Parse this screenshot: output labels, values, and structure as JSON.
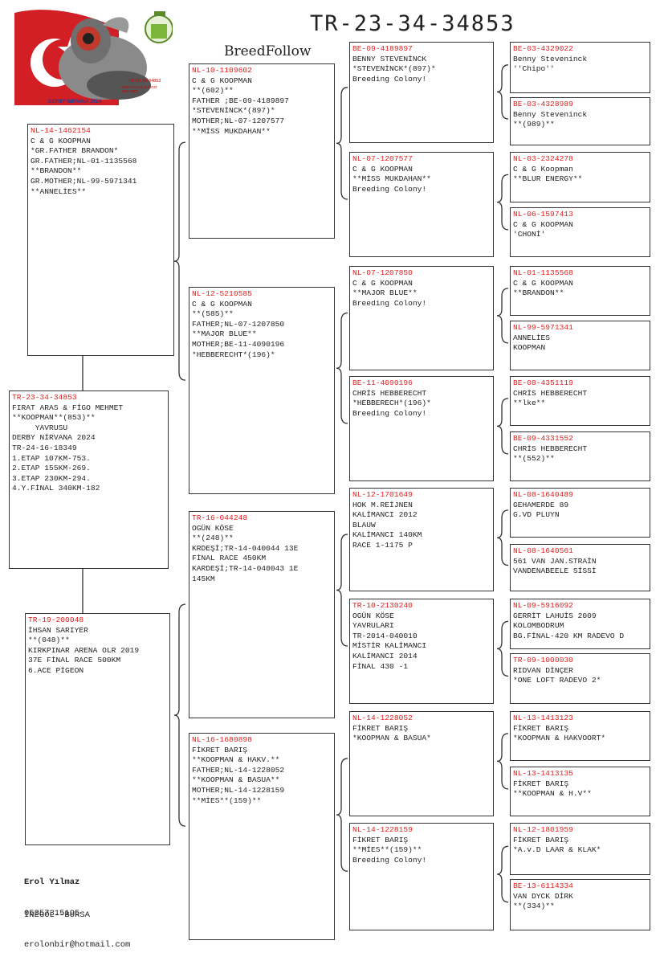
{
  "header": {
    "title": "TR-23-34-34853",
    "brand": "BreedFollow"
  },
  "logo": {
    "caption": "DERBY NIRVANA 2024",
    "mini_ring": "TR-23-34-34853",
    "mini_owner": "FIRAT ARAS & FİGO MEHMET"
  },
  "subject": {
    "ring": "TR-23-34-34853",
    "lines": [
      "FIRAT ARAS & FİGO MEHMET",
      "**KOOPMAN**(853)**",
      "     YAVRUSU",
      "DERBY NİRVANA 2024",
      "TR-24-16-18349",
      "1.ETAP 107KM-753.",
      "2.ETAP 155KM-269.",
      "3.ETAP 230KM-294.",
      "4.Y.FİNAL 340KM-182"
    ]
  },
  "sire": {
    "ring": "NL-14-1462154",
    "lines": [
      "C & G KOOPMAN",
      "*GR.FATHER BRANDON*",
      "GR.FATHER;NL-01-1135568",
      "**BRANDON**",
      "GR.MOTHER;NL-99-5971341",
      "**ANNELİES**"
    ]
  },
  "dam": {
    "ring": "TR-19-200048",
    "lines": [
      "İHSAN SARIYER",
      "**(048)**",
      "KIRKPINAR ARENA OLR 2019",
      "37E FİNAL RACE 500KM",
      "6.ACE PİGEON"
    ]
  },
  "gen2": [
    {
      "ring": "NL-10-1109602",
      "lines": [
        "C & G KOOPMAN",
        "**(602)**",
        "FATHER ;BE-09-4189897",
        "*STEVENİNCK*(897)*",
        "MOTHER;NL-07-1207577",
        "**MİSS MUKDAHAN**"
      ]
    },
    {
      "ring": "NL-12-5210585",
      "lines": [
        "C & G KOOPMAN",
        "**(585)**",
        "FATHER;NL-07-1207850",
        "**MAJOR BLUE**",
        "MOTHER;BE-11-4090196",
        "*HEBBERECHT*(196)*"
      ]
    },
    {
      "ring": "TR-16-044248",
      "lines": [
        "OGÜN KÖSE",
        "**(248)**",
        "KRDEŞİ;TR-14-040044 13E",
        "FİNAL RACE 450KM",
        "KARDEŞİ;TR-14-040043 1E",
        "145KM"
      ]
    },
    {
      "ring": "NL-16-1680898",
      "lines": [
        "FİKRET BARIŞ",
        "**KOOPMAN & HAKV.**",
        "FATHER;NL-14-1228052",
        "**KOOPMAN & BASUA**",
        "MOTHER;NL-14-1228159",
        "**MİES**(159)**"
      ]
    }
  ],
  "gen3": [
    {
      "ring": "BE-09-4189897",
      "lines": [
        "BENNY STEVENİNCK",
        "*STEVENİNCK*(897)*",
        "Breeding Colony!"
      ]
    },
    {
      "ring": "NL-07-1207577",
      "lines": [
        "C & G KOOPMAN",
        "**MİSS MUKDAHAN**",
        "Breeding Colony!"
      ]
    },
    {
      "ring": "NL-07-1207850",
      "lines": [
        "C & G KOOPMAN",
        "**MAJOR BLUE**",
        "Breeding Colony!"
      ]
    },
    {
      "ring": "BE-11-4090196",
      "lines": [
        "CHRİS HEBBERECHT",
        "*HEBBERECH*(196)*",
        "Breeding Colony!"
      ]
    },
    {
      "ring": "NL-12-1701649",
      "lines": [
        "HOK M.REİJNEN",
        "KALİMANCI 2012",
        "BLAUW",
        "KALİMANCI 140KM",
        "RACE 1-1175 P"
      ]
    },
    {
      "ring": "TR-10-2130240",
      "lines": [
        "OGÜN KÖSE",
        "YAVRULARI",
        "TR-2014-040010",
        "MİSTİR KALİMANCI",
        "KALİMANCI 2014",
        "FİNAL 430 -1"
      ]
    },
    {
      "ring": "NL-14-1228052",
      "lines": [
        "FİKRET BARIŞ",
        "*KOOPMAN & BASUA*"
      ]
    },
    {
      "ring": "NL-14-1228159",
      "lines": [
        "FİKRET BARIŞ",
        "**MİES**(159)**",
        "Breeding Colony!"
      ]
    }
  ],
  "gen4": [
    {
      "ring": "BE-03-4329022",
      "lines": [
        "Benny Steveninck",
        "''Chipo''"
      ]
    },
    {
      "ring": "BE-03-4328989",
      "lines": [
        "Benny Steveninck",
        "**(989)**"
      ]
    },
    {
      "ring": "NL-03-2324278",
      "lines": [
        "C & G Koopman",
        "**BLUR ENERGY**"
      ]
    },
    {
      "ring": "NL-06-1597413",
      "lines": [
        "C & G KOOPMAN",
        "'CHONİ'"
      ]
    },
    {
      "ring": "NL-01-1135568",
      "lines": [
        "C & G KOOPMAN",
        "**BRANDON**"
      ]
    },
    {
      "ring": "NL-99-5971341",
      "lines": [
        "ANNELİES",
        "KOOPMAN"
      ]
    },
    {
      "ring": "BE-08-4351119",
      "lines": [
        "CHRİS HEBBERECHT",
        "**lke**"
      ]
    },
    {
      "ring": "BE-09-4331552",
      "lines": [
        "CHRİS HEBBERECHT",
        "**(552)**"
      ]
    },
    {
      "ring": "NL-08-1640489",
      "lines": [
        "GEHAMERDE 89",
        "G.VD PLUYN"
      ]
    },
    {
      "ring": "NL-08-1640561",
      "lines": [
        "561 VAN JAN.STRAİN",
        "VANDENABEELE SİSSİ"
      ]
    },
    {
      "ring": "NL-09-5916092",
      "lines": [
        "GERRİT LAHUİS 2009",
        "KOLOMBODRUM",
        "BG.FİNAL-420 KM RADEVO D"
      ]
    },
    {
      "ring": "TR-09-1000030",
      "lines": [
        "RIDVAN DİNÇER",
        "*ONE LOFT RADEVO 2*"
      ]
    },
    {
      "ring": "NL-13-1413123",
      "lines": [
        "FİKRET BARIŞ",
        "*KOOPMAN & HAKVOORT*"
      ]
    },
    {
      "ring": "NL-13-1413135",
      "lines": [
        "FİKRET BARIŞ",
        "**KOOPMAN & H.V**"
      ]
    },
    {
      "ring": "NL-12-1801959",
      "lines": [
        "FİKRET BARIŞ",
        "*A.v.D LAAR & KLAK*"
      ]
    },
    {
      "ring": "BE-13-6114334",
      "lines": [
        "VAN DYCK DİRK",
        "**(334)**"
      ]
    }
  ],
  "contact": {
    "name": "Erol Yılmaz",
    "phone": "05357315195",
    "email": "erolonbir@hotmail.com",
    "city": "İNEGÖL--BURSA"
  },
  "colors": {
    "ring": "#e02020",
    "border": "#333333",
    "flag": "#d21f26"
  }
}
